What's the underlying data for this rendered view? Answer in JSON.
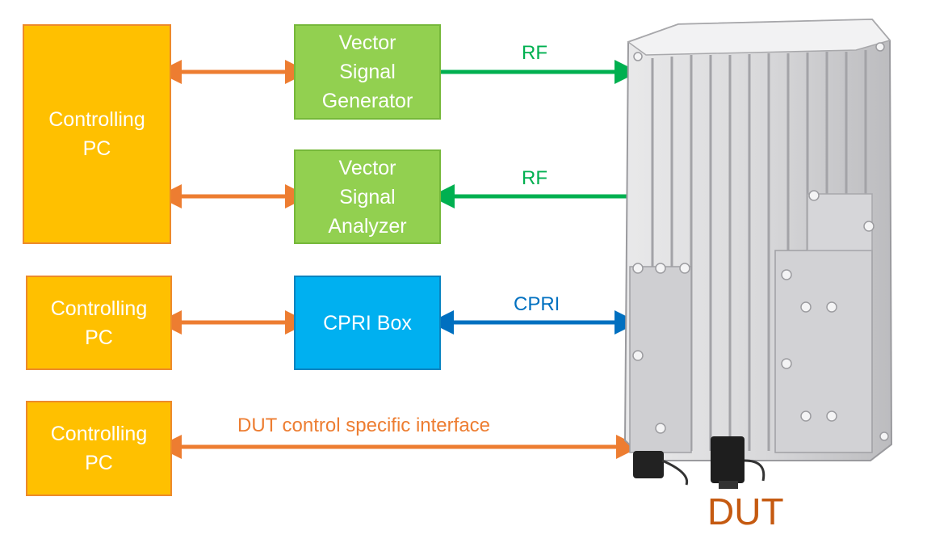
{
  "boxes": {
    "pc1": "Controlling\nPC",
    "pc2": "Controlling\nPC",
    "pc3": "Controlling\nPC",
    "vsg": "Vector\nSignal\nGenerator",
    "vsa": "Vector\nSignal\nAnalyzer",
    "cpri_box": "CPRI Box"
  },
  "labels": {
    "rf_top": "RF",
    "rf_bottom": "RF",
    "cpri": "CPRI",
    "dut_control": "DUT control specific interface"
  },
  "dut_label": "DUT",
  "colors": {
    "pc_fill": "#ffc000",
    "instrument_fill": "#92d050",
    "cpri_fill": "#00b0f0",
    "control_arrow": "#ed7d31",
    "rf_arrow": "#00b050",
    "cpri_arrow": "#0070c0",
    "dut_text": "#c55a11"
  },
  "icons": {
    "dut": "radio-unit-device-image"
  }
}
